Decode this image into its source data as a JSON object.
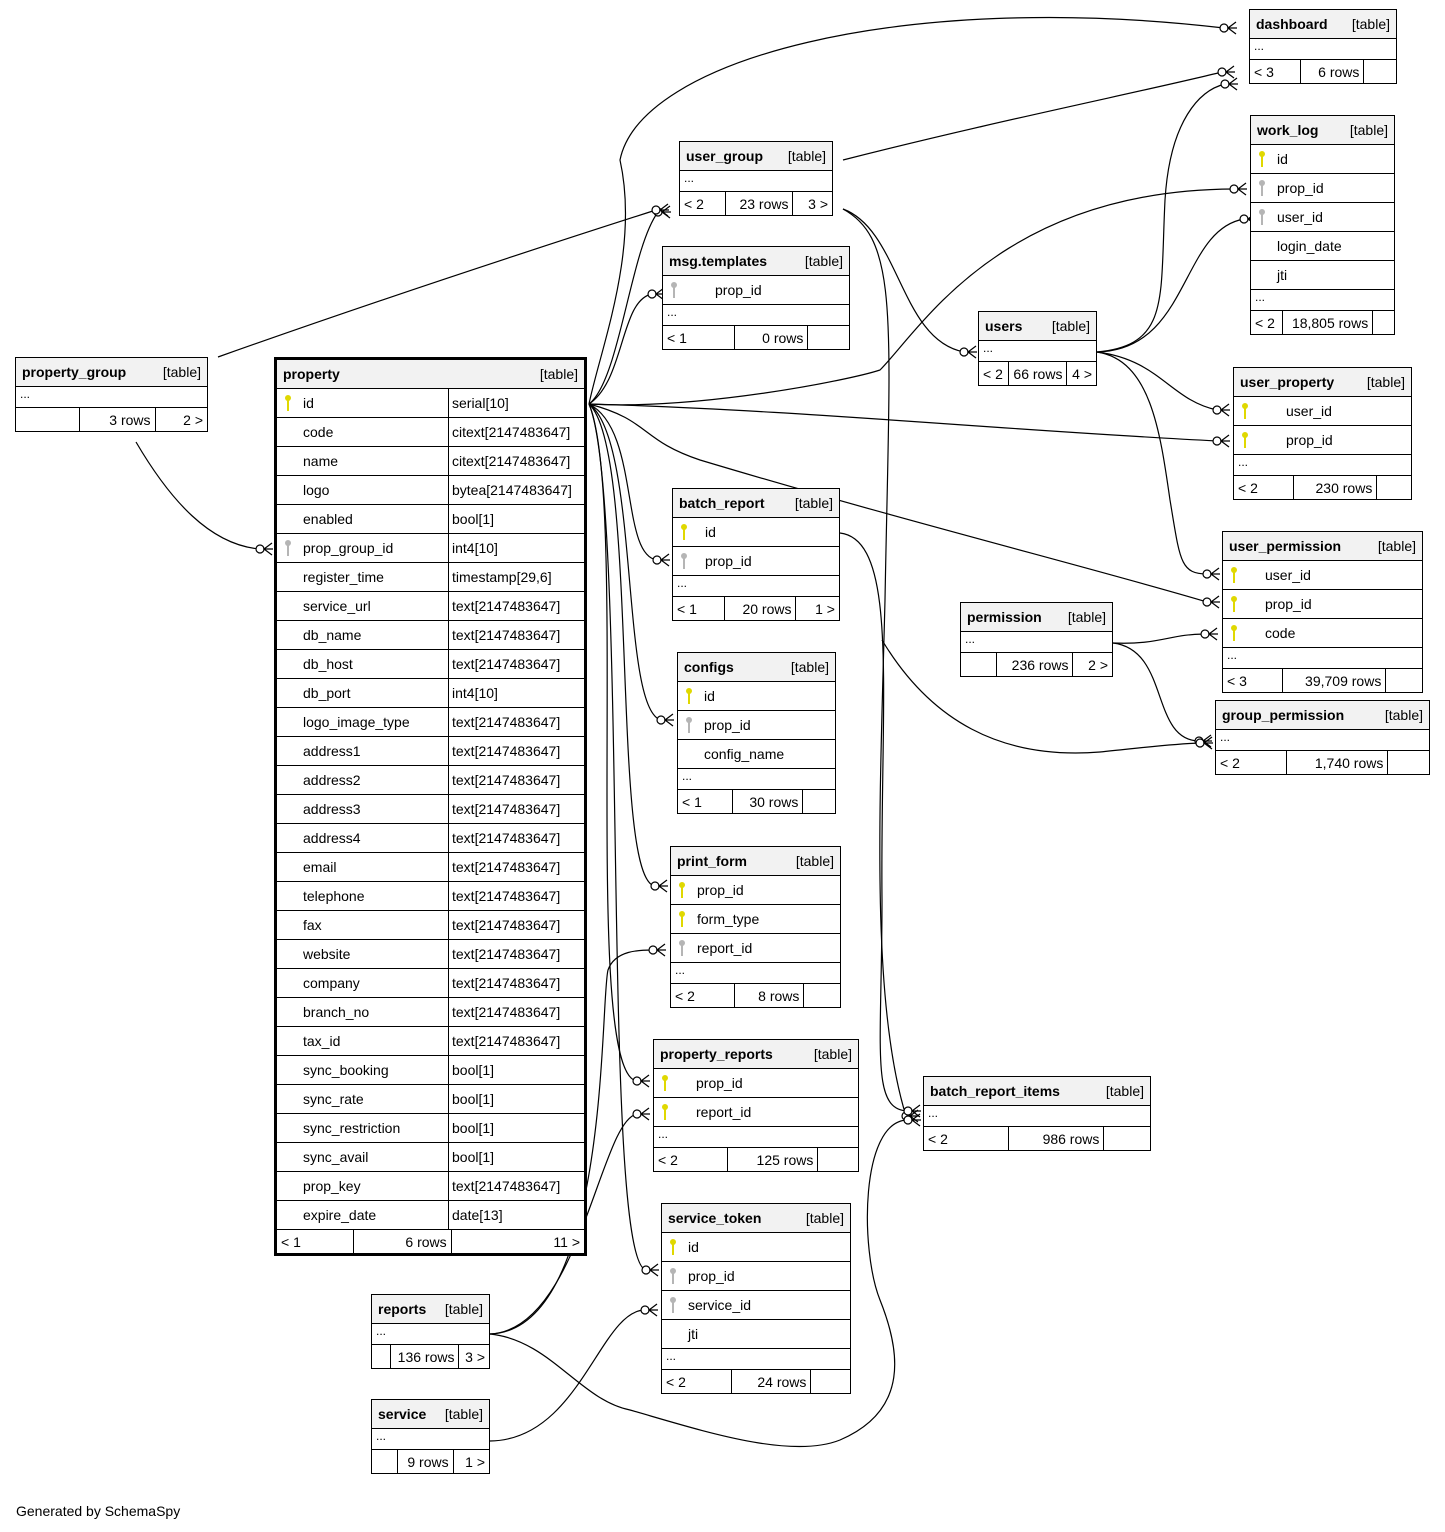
{
  "footer": "Generated by SchemaSpy",
  "table_label": "[table]",
  "tables": {
    "dashboard": {
      "name": "dashboard",
      "columns": [],
      "parents": "< 3",
      "rows": "6 rows",
      "children": ""
    },
    "work_log": {
      "name": "work_log",
      "columns": [
        {
          "name": "id",
          "key": "pk"
        },
        {
          "name": "prop_id",
          "key": "fk"
        },
        {
          "name": "user_id",
          "key": "fk"
        },
        {
          "name": "login_date",
          "key": ""
        },
        {
          "name": "jti",
          "key": ""
        }
      ],
      "parents": "< 2",
      "rows": "18,805 rows",
      "children": ""
    },
    "user_group": {
      "name": "user_group",
      "columns": [],
      "parents": "< 2",
      "rows": "23 rows",
      "children": "3 >"
    },
    "msg_templates": {
      "name": "msg.templates",
      "columns": [
        {
          "name": "prop_id",
          "key": "fk"
        }
      ],
      "parents": "< 1",
      "rows": "0 rows",
      "children": ""
    },
    "property_group": {
      "name": "property_group",
      "columns": [],
      "parents": "",
      "rows": "3 rows",
      "children": "2 >"
    },
    "property": {
      "name": "property",
      "columns": [
        {
          "name": "id",
          "type": "serial[10]",
          "key": "pk"
        },
        {
          "name": "code",
          "type": "citext[2147483647]",
          "key": ""
        },
        {
          "name": "name",
          "type": "citext[2147483647]",
          "key": ""
        },
        {
          "name": "logo",
          "type": "bytea[2147483647]",
          "key": ""
        },
        {
          "name": "enabled",
          "type": "bool[1]",
          "key": ""
        },
        {
          "name": "prop_group_id",
          "type": "int4[10]",
          "key": "fk"
        },
        {
          "name": "register_time",
          "type": "timestamp[29,6]",
          "key": ""
        },
        {
          "name": "service_url",
          "type": "text[2147483647]",
          "key": ""
        },
        {
          "name": "db_name",
          "type": "text[2147483647]",
          "key": ""
        },
        {
          "name": "db_host",
          "type": "text[2147483647]",
          "key": ""
        },
        {
          "name": "db_port",
          "type": "int4[10]",
          "key": ""
        },
        {
          "name": "logo_image_type",
          "type": "text[2147483647]",
          "key": ""
        },
        {
          "name": "address1",
          "type": "text[2147483647]",
          "key": ""
        },
        {
          "name": "address2",
          "type": "text[2147483647]",
          "key": ""
        },
        {
          "name": "address3",
          "type": "text[2147483647]",
          "key": ""
        },
        {
          "name": "address4",
          "type": "text[2147483647]",
          "key": ""
        },
        {
          "name": "email",
          "type": "text[2147483647]",
          "key": ""
        },
        {
          "name": "telephone",
          "type": "text[2147483647]",
          "key": ""
        },
        {
          "name": "fax",
          "type": "text[2147483647]",
          "key": ""
        },
        {
          "name": "website",
          "type": "text[2147483647]",
          "key": ""
        },
        {
          "name": "company",
          "type": "text[2147483647]",
          "key": ""
        },
        {
          "name": "branch_no",
          "type": "text[2147483647]",
          "key": ""
        },
        {
          "name": "tax_id",
          "type": "text[2147483647]",
          "key": ""
        },
        {
          "name": "sync_booking",
          "type": "bool[1]",
          "key": ""
        },
        {
          "name": "sync_rate",
          "type": "bool[1]",
          "key": ""
        },
        {
          "name": "sync_restriction",
          "type": "bool[1]",
          "key": ""
        },
        {
          "name": "sync_avail",
          "type": "bool[1]",
          "key": ""
        },
        {
          "name": "prop_key",
          "type": "text[2147483647]",
          "key": ""
        },
        {
          "name": "expire_date",
          "type": "date[13]",
          "key": ""
        }
      ],
      "parents": "< 1",
      "rows": "6 rows",
      "children": "11 >"
    },
    "users": {
      "name": "users",
      "columns": [],
      "parents": "< 2",
      "rows": "66 rows",
      "children": "4 >"
    },
    "user_property": {
      "name": "user_property",
      "columns": [
        {
          "name": "user_id",
          "key": "pk"
        },
        {
          "name": "prop_id",
          "key": "pk"
        }
      ],
      "parents": "< 2",
      "rows": "230 rows",
      "children": ""
    },
    "batch_report": {
      "name": "batch_report",
      "columns": [
        {
          "name": "id",
          "key": "pk"
        },
        {
          "name": "prop_id",
          "key": "fk"
        }
      ],
      "parents": "< 1",
      "rows": "20 rows",
      "children": "1 >"
    },
    "user_permission": {
      "name": "user_permission",
      "columns": [
        {
          "name": "user_id",
          "key": "pk"
        },
        {
          "name": "prop_id",
          "key": "pk"
        },
        {
          "name": "code",
          "key": "pk"
        }
      ],
      "parents": "< 3",
      "rows": "39,709 rows",
      "children": ""
    },
    "permission": {
      "name": "permission",
      "columns": [],
      "parents": "",
      "rows": "236 rows",
      "children": "2 >"
    },
    "configs": {
      "name": "configs",
      "columns": [
        {
          "name": "id",
          "key": "pk"
        },
        {
          "name": "prop_id",
          "key": "fk"
        },
        {
          "name": "config_name",
          "key": ""
        }
      ],
      "parents": "< 1",
      "rows": "30 rows",
      "children": ""
    },
    "group_permission": {
      "name": "group_permission",
      "columns": [],
      "parents": "< 2",
      "rows": "1,740 rows",
      "children": ""
    },
    "print_form": {
      "name": "print_form",
      "columns": [
        {
          "name": "prop_id",
          "key": "pk"
        },
        {
          "name": "form_type",
          "key": "pk"
        },
        {
          "name": "report_id",
          "key": "fk"
        }
      ],
      "parents": "< 2",
      "rows": "8 rows",
      "children": ""
    },
    "property_reports": {
      "name": "property_reports",
      "columns": [
        {
          "name": "prop_id",
          "key": "pk"
        },
        {
          "name": "report_id",
          "key": "pk"
        }
      ],
      "parents": "< 2",
      "rows": "125 rows",
      "children": ""
    },
    "batch_report_items": {
      "name": "batch_report_items",
      "columns": [],
      "parents": "< 2",
      "rows": "986 rows",
      "children": ""
    },
    "service_token": {
      "name": "service_token",
      "columns": [
        {
          "name": "id",
          "key": "pk"
        },
        {
          "name": "prop_id",
          "key": "fk"
        },
        {
          "name": "service_id",
          "key": "fk"
        },
        {
          "name": "jti",
          "key": ""
        }
      ],
      "parents": "< 2",
      "rows": "24 rows",
      "children": ""
    },
    "reports": {
      "name": "reports",
      "columns": [],
      "parents": "",
      "rows": "136 rows",
      "children": "3 >"
    },
    "service": {
      "name": "service",
      "columns": [],
      "parents": "",
      "rows": "9 rows",
      "children": "1 >"
    }
  },
  "relationships": [
    {
      "from": "property.id",
      "to": "user_group"
    },
    {
      "from": "property.id",
      "to": "msg.templates.prop_id"
    },
    {
      "from": "property.id",
      "to": "work_log.prop_id"
    },
    {
      "from": "property.id",
      "to": "user_property.prop_id"
    },
    {
      "from": "property.id",
      "to": "user_permission.prop_id"
    },
    {
      "from": "property.id",
      "to": "batch_report.prop_id"
    },
    {
      "from": "property.id",
      "to": "configs.prop_id"
    },
    {
      "from": "property.id",
      "to": "print_form.prop_id"
    },
    {
      "from": "property.id",
      "to": "property_reports.prop_id"
    },
    {
      "from": "property.id",
      "to": "service_token.prop_id"
    },
    {
      "from": "property.id",
      "to": "dashboard"
    },
    {
      "from": "property_group",
      "to": "property.prop_group_id"
    },
    {
      "from": "property_group",
      "to": "user_group"
    },
    {
      "from": "user_group",
      "to": "dashboard"
    },
    {
      "from": "user_group",
      "to": "users"
    },
    {
      "from": "user_group",
      "to": "group_permission"
    },
    {
      "from": "users",
      "to": "dashboard"
    },
    {
      "from": "users",
      "to": "work_log.user_id"
    },
    {
      "from": "users",
      "to": "user_property.user_id"
    },
    {
      "from": "users",
      "to": "user_permission.user_id"
    },
    {
      "from": "permission",
      "to": "user_permission.code"
    },
    {
      "from": "permission",
      "to": "group_permission"
    },
    {
      "from": "batch_report.id",
      "to": "batch_report_items"
    },
    {
      "from": "reports",
      "to": "print_form.report_id"
    },
    {
      "from": "reports",
      "to": "property_reports.report_id"
    },
    {
      "from": "reports",
      "to": "batch_report_items"
    },
    {
      "from": "service",
      "to": "service_token.service_id"
    }
  ]
}
